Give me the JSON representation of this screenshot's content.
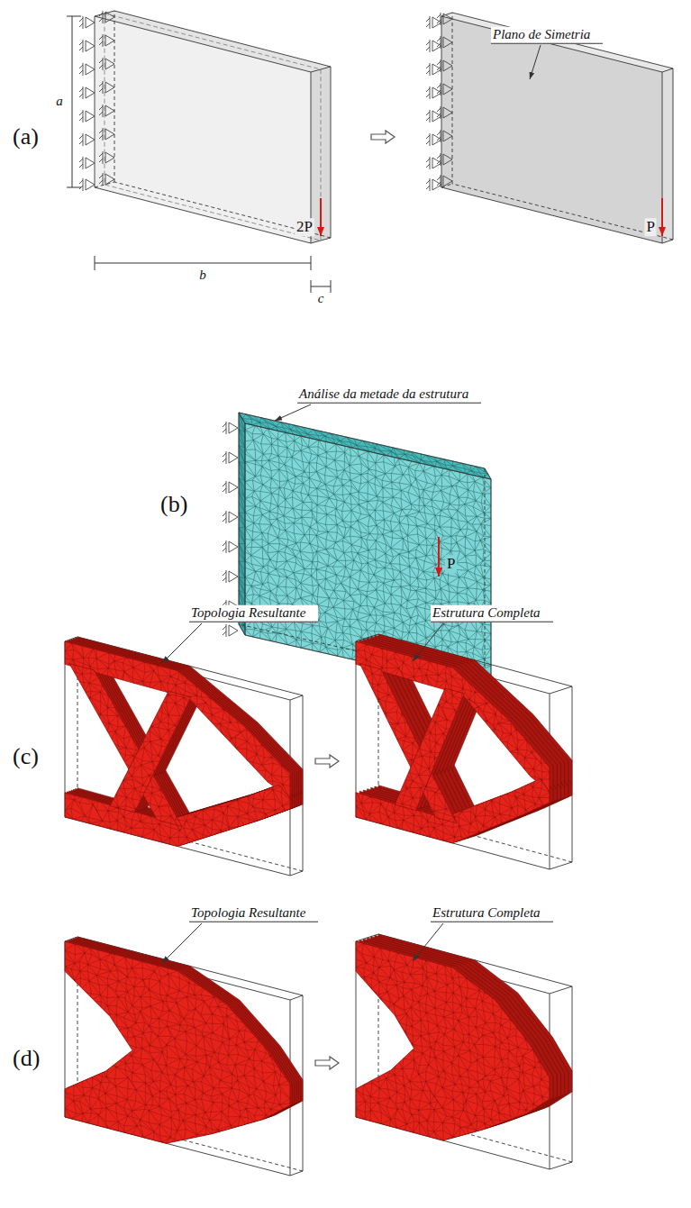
{
  "diagram": {
    "labels": [
      "(a)",
      "a",
      "b",
      "c",
      "2P",
      "Plano de Simetria",
      "P",
      "(b)",
      "Análise da metade da estrutura",
      "P",
      "(c)",
      "Topologia Resultante",
      "Estrutura Completa",
      "(d)",
      "Topologia Resultante",
      "Estrutura Completa"
    ]
  }
}
